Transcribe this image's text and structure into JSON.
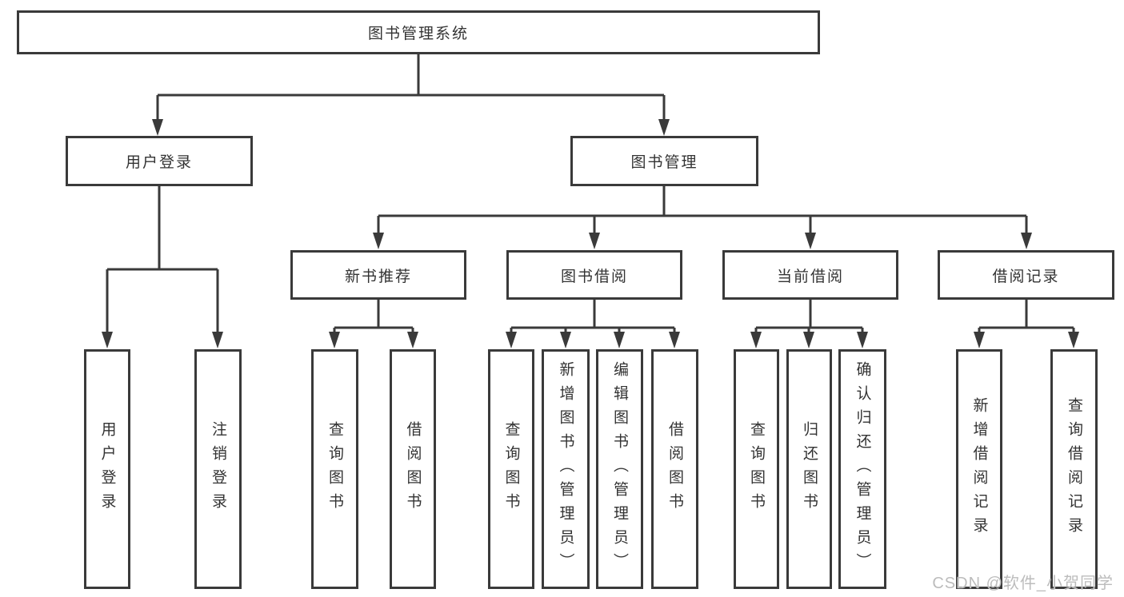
{
  "colors": {
    "line": "#3a3a3a",
    "text": "#333333",
    "background": "#ffffff",
    "watermark": "#bcbcbc"
  },
  "watermark": "CSDN @软件_小贺同学",
  "tree": {
    "root": "图书管理系统",
    "branches": [
      {
        "label": "用户登录",
        "children": [
          "用户登录",
          "注销登录"
        ]
      },
      {
        "label": "图书管理",
        "groups": [
          {
            "label": "新书推荐",
            "children": [
              "查询图书",
              "借阅图书"
            ]
          },
          {
            "label": "图书借阅",
            "children": [
              "查询图书",
              "新增图书（管理员）",
              "编辑图书（管理员）",
              "借阅图书"
            ]
          },
          {
            "label": "当前借阅",
            "children": [
              "查询图书",
              "归还图书",
              "确认归还（管理员）"
            ]
          },
          {
            "label": "借阅记录",
            "children": [
              "新增借阅记录",
              "查询借阅记录"
            ]
          }
        ]
      }
    ]
  }
}
